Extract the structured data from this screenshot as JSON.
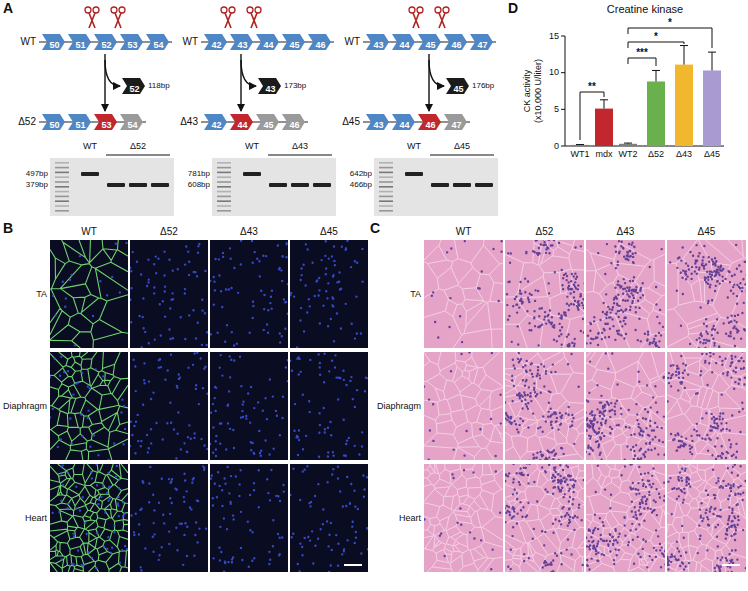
{
  "diagram": {
    "nodes": [
      {
        "text": [
          "50"
        ]
      },
      {
        "text": [
          "51"
        ]
      },
      {
        "text": [
          "52"
        ]
      },
      {
        "text": [
          "53"
        ]
      },
      {
        "text": [
          "54"
        ]
      },
      {
        "text": [
          "52"
        ]
      },
      {
        "text": [
          "50"
        ]
      },
      {
        "text": [
          "51"
        ]
      },
      {
        "text": [
          "53"
        ]
      },
      {
        "text": [
          "54"
        ]
      },
      {
        "text": [
          "42"
        ]
      },
      {
        "text": [
          "43"
        ]
      },
      {
        "text": [
          "44"
        ]
      },
      {
        "text": [
          "45"
        ]
      },
      {
        "text": [
          "46"
        ]
      },
      {
        "text": [
          "43"
        ]
      },
      {
        "text": [
          "42"
        ]
      },
      {
        "text": [
          "44"
        ]
      },
      {
        "text": [
          "45"
        ]
      },
      {
        "text": [
          "46"
        ]
      },
      {
        "text": [
          "43"
        ]
      },
      {
        "text": [
          "44"
        ]
      },
      {
        "text": [
          "45"
        ]
      },
      {
        "text": [
          "46"
        ]
      },
      {
        "text": [
          "47"
        ]
      },
      {
        "text": [
          "45"
        ]
      },
      {
        "text": [
          "43"
        ]
      },
      {
        "text": [
          "44"
        ]
      },
      {
        "text": [
          "46"
        ]
      },
      {
        "text": [
          "47"
        ]
      }
    ],
    "labels": [
      "A",
      "B",
      "C",
      "D",
      "WT",
      "Δ52",
      "118bp",
      "WT",
      "Δ52",
      "497bp",
      "379bp",
      "WT",
      "Δ43",
      "173bp",
      "WT",
      "Δ43",
      "781bp",
      "608bp",
      "WT",
      "Δ45",
      "176bp",
      "WT",
      "Δ45",
      "642bp",
      "466bp",
      "WT",
      "Δ52",
      "Δ43",
      "Δ45",
      "TA",
      "Diaphragm",
      "Heart",
      "WT",
      "Δ52",
      "Δ43",
      "Δ45",
      "TA",
      "Diaphragm",
      "Heart",
      "Creatine kinase",
      "CK activity (x10,000 U/liter)",
      "0",
      "5",
      "10",
      "15",
      "WT1",
      "mdx",
      "WT2",
      "Δ52",
      "Δ43",
      "Δ45",
      "**",
      "***",
      "*",
      "*"
    ]
  }
}
